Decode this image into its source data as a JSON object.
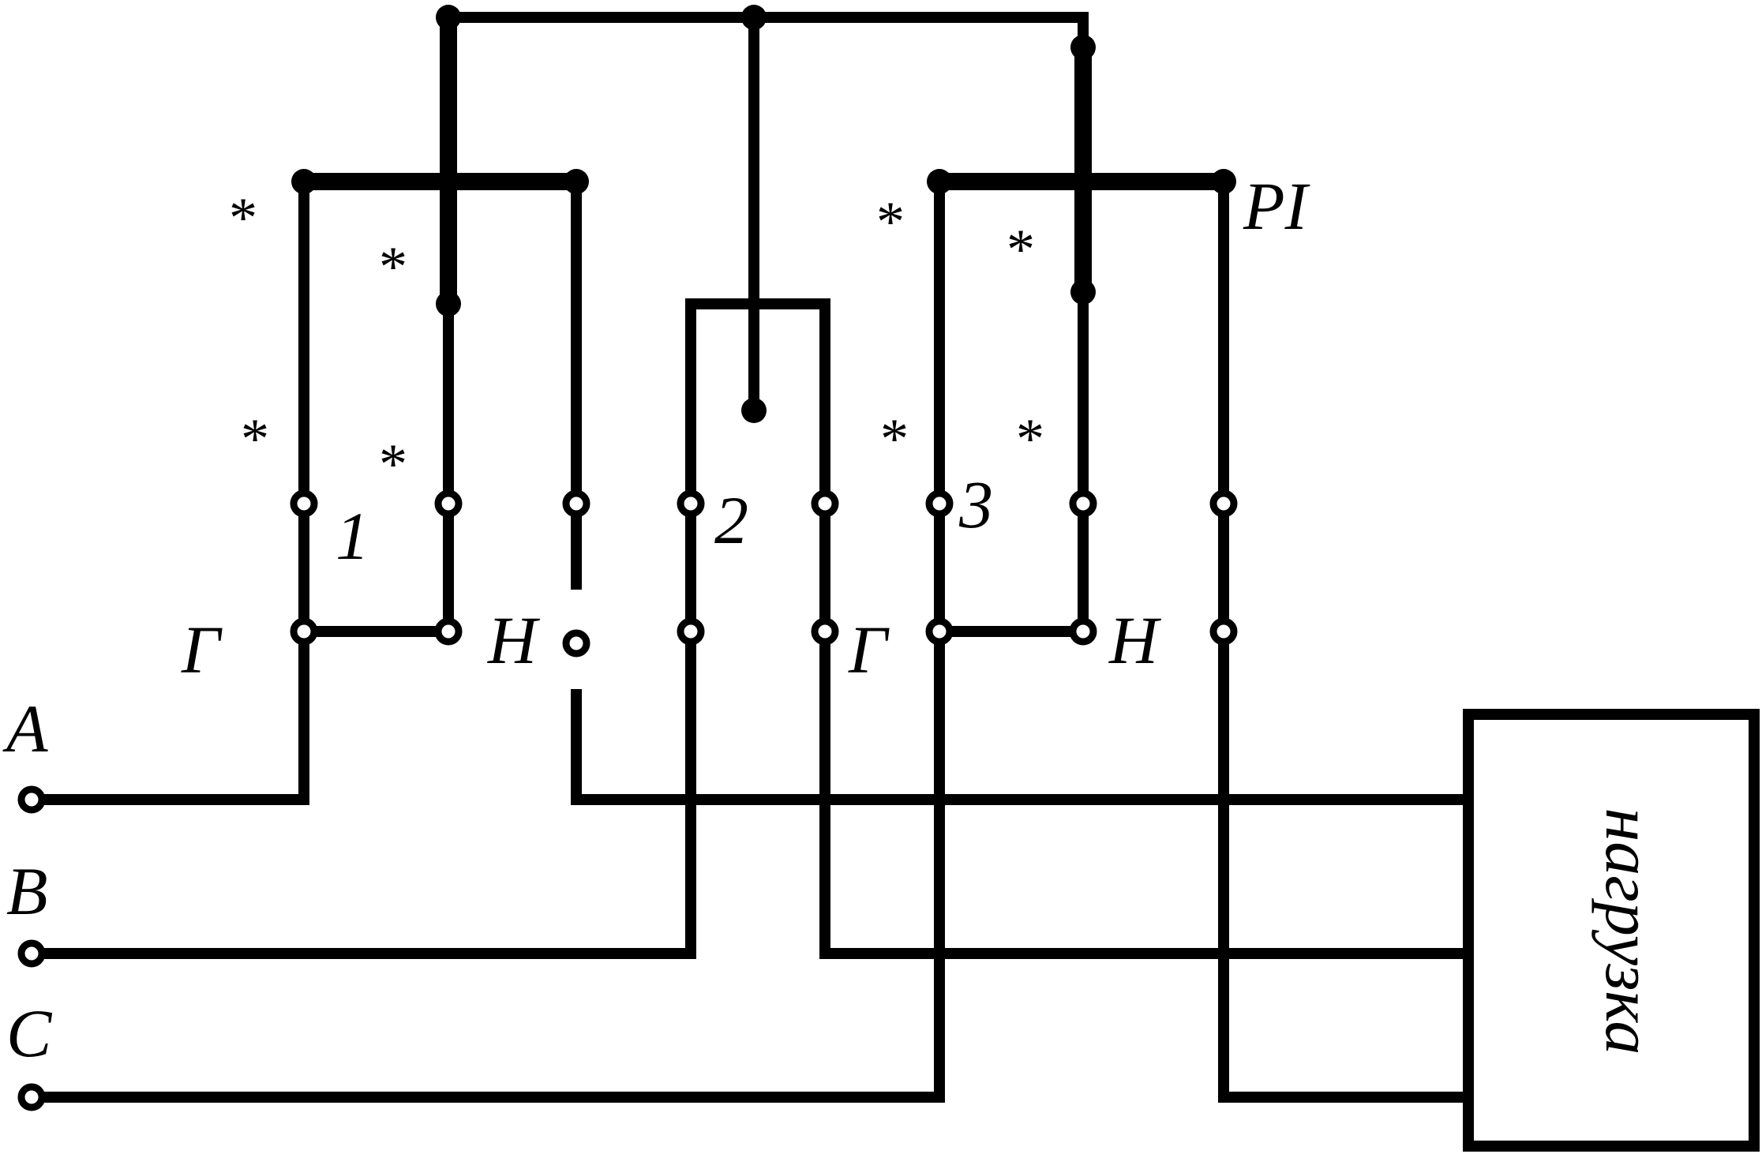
{
  "diagram": {
    "phases": {
      "a": "A",
      "b": "B",
      "c": "C"
    },
    "elements": {
      "e1": "1",
      "e2": "2",
      "e3": "3"
    },
    "meter_label": "PI",
    "terminal_labels": {
      "g1": "Г",
      "n1": "Н",
      "g3": "Г",
      "n3": "Н"
    },
    "polarity_mark": "*",
    "load_label": "нагрузка"
  }
}
